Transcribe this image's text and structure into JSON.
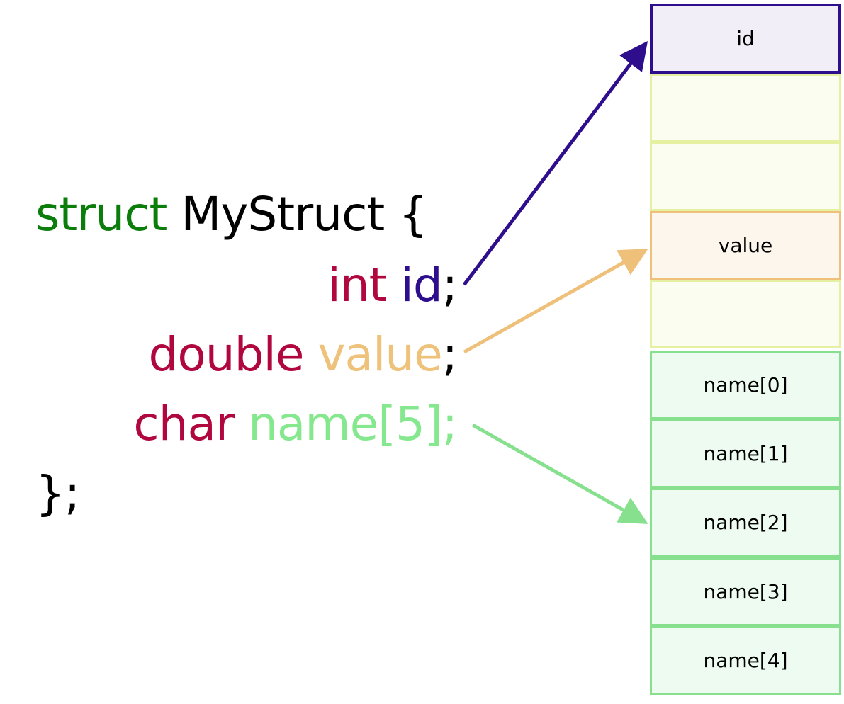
{
  "code": {
    "line1": {
      "keyword": "struct",
      "name": "MyStruct",
      "brace": "{"
    },
    "line2": {
      "type": "int",
      "field": "id",
      "semi": ";"
    },
    "line3": {
      "type": "double",
      "field": "value",
      "semi": ";"
    },
    "line4": {
      "type": "char",
      "field": "name[5];"
    },
    "line5": {
      "close": "};"
    }
  },
  "memory": {
    "id": "id",
    "pad1": "",
    "pad2": "",
    "value": "value",
    "pad3": "",
    "name0": "name[0]",
    "name1": "name[1]",
    "name2": "name[2]",
    "name3": "name[3]",
    "name4": "name[4]"
  },
  "colors": {
    "struct_keyword": "#0b7d0b",
    "type_keyword": "#b1073f",
    "id_field": "#2e0e8c",
    "value_field": "#eec27a",
    "name_field": "#86e88e"
  }
}
